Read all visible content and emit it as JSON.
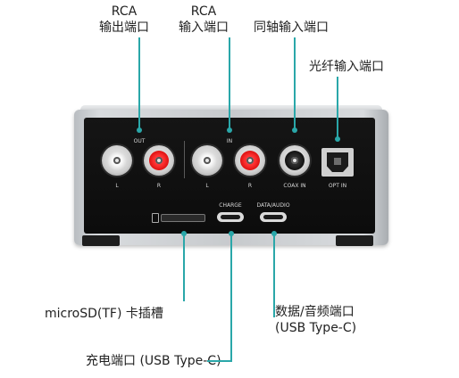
{
  "callouts": {
    "rca_out": {
      "line1": "RCA",
      "line2": "输出端口"
    },
    "rca_in": {
      "line1": "RCA",
      "line2": "输入端口"
    },
    "coax_in": "同轴输入端口",
    "optical_in": "光纤输入端口",
    "microsd": "microSD(TF) 卡插槽",
    "data_audio": {
      "line1": "数据/音频端口",
      "line2": "(USB Type-C)"
    },
    "charge": "充电端口 (USB Type-C)"
  },
  "panel": {
    "out": "OUT",
    "in": "IN",
    "out_l": "L",
    "out_r": "R",
    "in_l": "L",
    "in_r": "R",
    "coax": "COAX IN",
    "opt": "OPT IN",
    "charge": "CHARGE",
    "data_audio": "DATA/AUDIO"
  },
  "colors": {
    "leader": "#2aa7a9",
    "rca_red": "#dd1111",
    "rca_white": "#f2f2f2",
    "panel": "#111111",
    "chassis": "#c7cacd"
  },
  "icons": {
    "sd": "sd-card-icon"
  }
}
